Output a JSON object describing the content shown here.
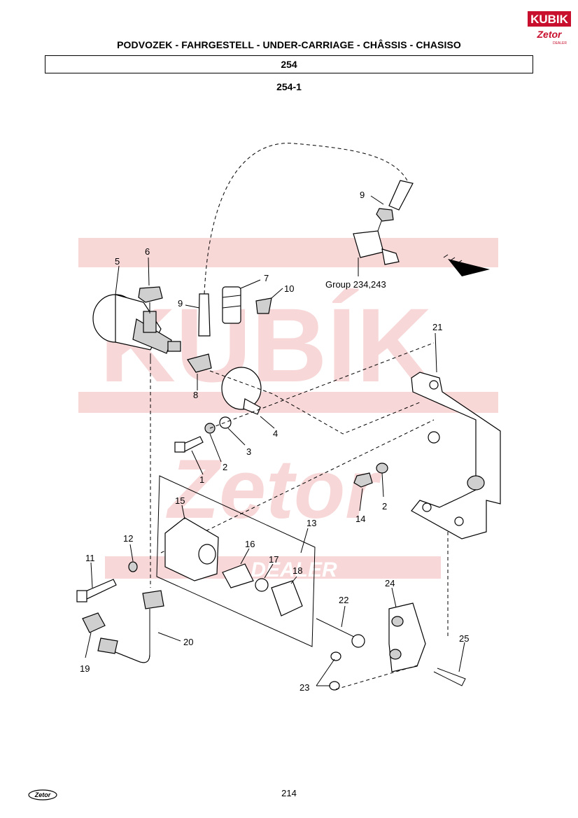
{
  "header": {
    "title": "PODVOZEK - FAHRGESTELL - UNDER-CARRIAGE - CHÂSSIS - CHASISO",
    "group_number": "254",
    "subgroup_number": "254-1"
  },
  "logo": {
    "brand": "KUBIK",
    "sub_brand": "Zetor",
    "dealer": "DEALER"
  },
  "watermark": {
    "text": "KUBÍK",
    "sub_text": "Zetor",
    "dealer": "DEALER",
    "color": "#f7d3d3"
  },
  "diagram": {
    "reference_label": "Group 234,243",
    "part_labels": [
      "1",
      "2",
      "2",
      "3",
      "4",
      "5",
      "6",
      "7",
      "8",
      "9",
      "9",
      "10",
      "11",
      "12",
      "13",
      "14",
      "15",
      "16",
      "17",
      "18",
      "19",
      "20",
      "21",
      "22",
      "23",
      "24",
      "25"
    ]
  },
  "footer": {
    "page_number": "214",
    "logo_text": "Zetor"
  },
  "colors": {
    "logo_red": "#c8102e",
    "watermark_pink": "#f7d3d3"
  }
}
